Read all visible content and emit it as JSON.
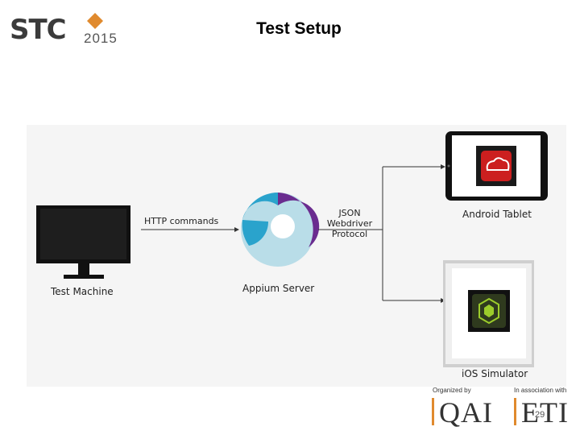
{
  "header": {
    "logo_text": "STC",
    "logo_year": "2015",
    "title": "Test Setup"
  },
  "diagram": {
    "test_machine_label": "Test Machine",
    "appium_server_label": "Appium Server",
    "http_label": "HTTP commands",
    "json_label_line1": "JSON Webdriver",
    "json_label_line2": "Protocol",
    "android_label": "Android Tablet",
    "ios_label": "iOS Simulator"
  },
  "footer": {
    "organized_by": "Organized by",
    "in_association": "In association with",
    "org1": "QAI",
    "org2": "ETI",
    "page_number": "29"
  },
  "colors": {
    "accent_orange": "#e08a2e",
    "appium_blue": "#2aa3cc",
    "appium_purple": "#6a2c8f",
    "appium_light": "#b9dde8",
    "adobe_red": "#cc1f1f"
  }
}
